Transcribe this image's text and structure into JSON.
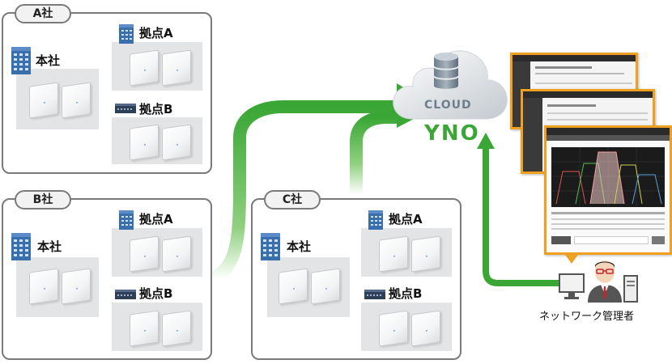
{
  "colors": {
    "arrow": "#3aa635",
    "border": "#7a7a7a",
    "screen_border": "#f0a020",
    "yno": "#3aa635"
  },
  "company_a": {
    "label": "A社",
    "hq": "本社",
    "site_a": "拠点A",
    "site_b": "拠点B"
  },
  "company_b": {
    "label": "B社",
    "hq": "本社",
    "site_a": "拠点A",
    "site_b": "拠点B"
  },
  "company_c": {
    "label": "C社",
    "hq": "本社",
    "site_a": "拠点A",
    "site_b": "拠点B"
  },
  "cloud": {
    "label": "CLOUD",
    "service": "YNO"
  },
  "admin": {
    "label": "ネットワーク管理者"
  },
  "icons": [
    "building-icon",
    "network-switch-icon",
    "access-point-icon",
    "cloud-icon",
    "database-icon",
    "admin-person-icon",
    "monitor-icon",
    "management-screen-icon"
  ]
}
